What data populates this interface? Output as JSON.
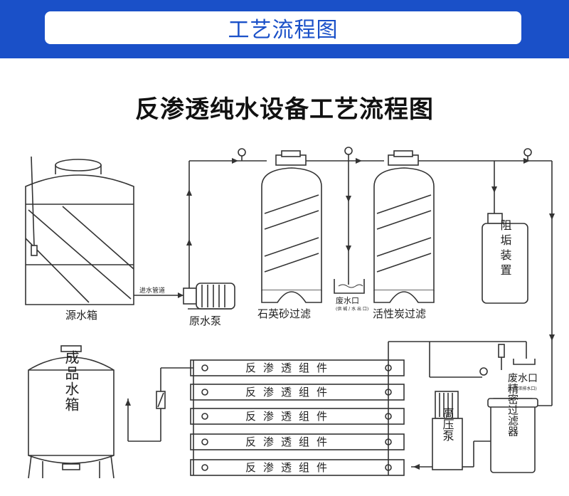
{
  "header": {
    "title": "工艺流程图"
  },
  "diagram": {
    "title": "反渗透纯水设备工艺流程图",
    "labels": {
      "source_tank": "源水箱",
      "inlet_pipe": "进水管道",
      "raw_pump": "原水泵",
      "quartz_filter": "石英砂过滤",
      "carbon_filter": "活性炭过滤",
      "waste_outlet_top": "废水口",
      "waste_outlet_top_note": "(供 碱 / 水 出 口)",
      "scale_inhibitor": "阻垢装置",
      "product_tank": "成品水箱",
      "ro_module": "反渗透组件",
      "waste_outlet_right": "废水口",
      "waste_outlet_right_note": "(一级浓排水口)",
      "hp_pump": "高压泵",
      "precision_filter": "精密过滤器"
    }
  },
  "colors": {
    "header_blue": "#1a50c8",
    "line": "#333333"
  }
}
